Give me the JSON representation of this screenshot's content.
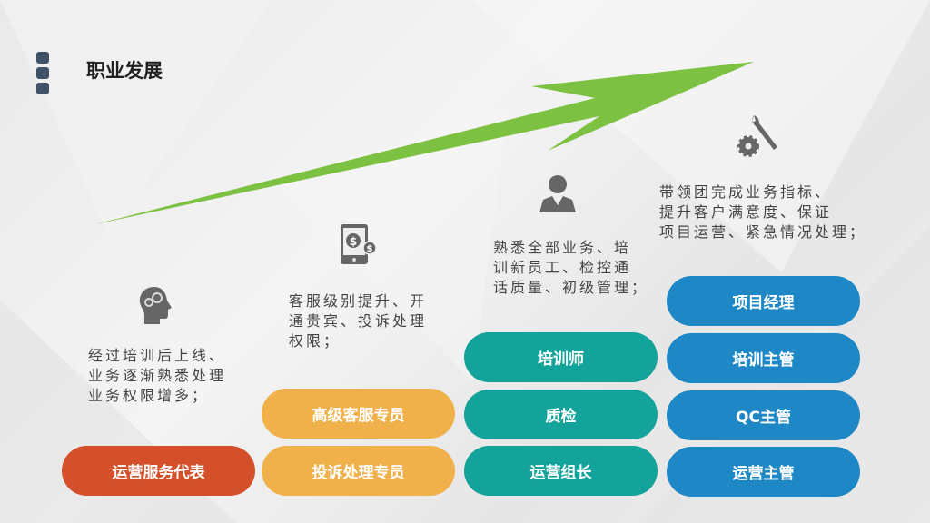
{
  "title": "职业发展",
  "colors": {
    "level1": "#d4502a",
    "level2": "#f0b04a",
    "level3": "#14a39a",
    "level4": "#1e88c6",
    "arrow": "#7dc142"
  },
  "columns": [
    {
      "icon": "head-gears-icon",
      "description": "经过培训后上线、\n业务逐渐熟悉处理\n业务权限增多；",
      "roles": [
        "运营服务代表"
      ]
    },
    {
      "icon": "phone-dollar-icon",
      "description": "客服级别提升、开\n通贵宾、投诉处理\n权限；",
      "roles": [
        "高级客服专员",
        "投诉处理专员"
      ]
    },
    {
      "icon": "person-icon",
      "description": "熟悉全部业务、培\n训新员工、检控通\n话质量、初级管理；",
      "roles": [
        "培训师",
        "质检",
        "运营组长"
      ]
    },
    {
      "icon": "wrench-gear-icon",
      "description": "带领团完成业务指标、\n提升客户满意度、保证\n项目运营、紧急情况处理；",
      "roles": [
        "项目经理",
        "培训主管",
        "QC主管",
        "运营主管"
      ]
    }
  ]
}
